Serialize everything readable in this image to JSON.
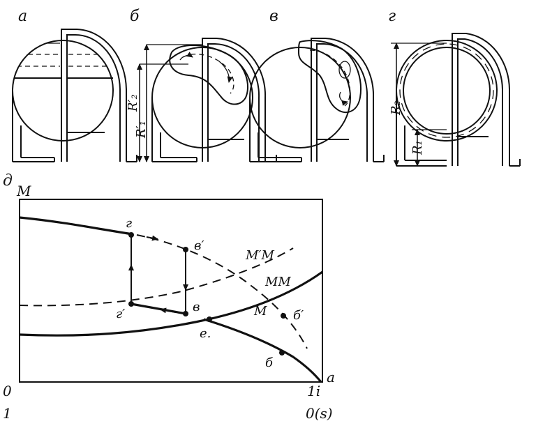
{
  "panel_labels": {
    "a": "а",
    "b": "б",
    "v": "в",
    "g": "г",
    "d": "д"
  },
  "radius_labels": {
    "r2_prime": "R′₂",
    "r1_prime": "R′₁",
    "r2": "R₂",
    "r1": "R₁"
  },
  "graph": {
    "y_axis_label": "M",
    "origin_label": "0",
    "origin_sub_label": "1",
    "x_end_label": "1i",
    "x_end_sub_label": "0(s)",
    "end_point_label": "a",
    "curve_labels": {
      "m_m_prime": "M′M",
      "m_m": "MM",
      "m": "M"
    },
    "point_labels": {
      "g": "г",
      "g_prime": "г′",
      "v": "в",
      "v_prime": "в′",
      "b": "б",
      "b_prime": "б′",
      "e": "е."
    }
  }
}
